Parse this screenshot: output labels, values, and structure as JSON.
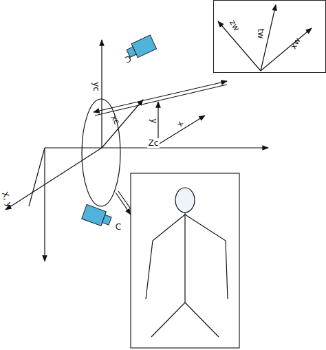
{
  "diagram": {
    "nodes": [
      {
        "text": [
          "zw",
          "tw",
          "xw"
        ]
      }
    ],
    "labels": [
      "C",
      "yc",
      "xc",
      "y",
      "x",
      "Zc",
      "X, y",
      "C"
    ]
  }
}
